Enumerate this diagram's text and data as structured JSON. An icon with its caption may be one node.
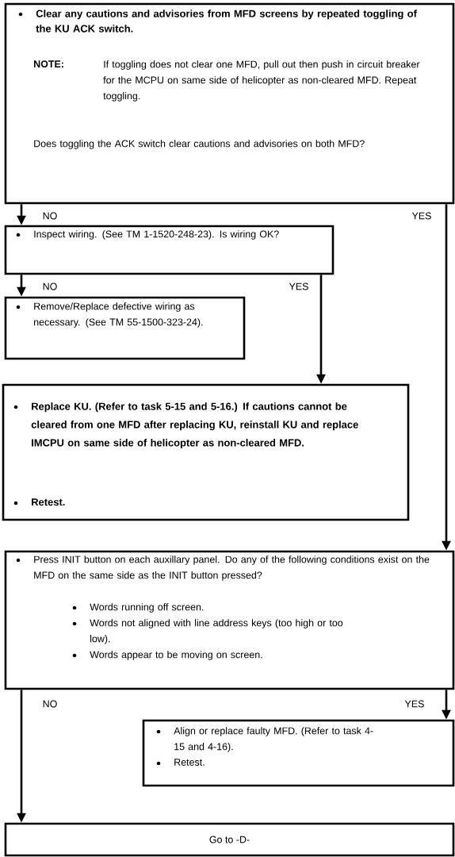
{
  "diagram": {
    "nodes": [
      {
        "text": [
          "Clear any cautions and advisories from MFD screens by repeated toggling of the KU ACK switch.",
          "NOTE:",
          "If toggling does not clear one MFD, pull out then push in circuit breaker for the MCPU on same side of helicopter as non-cleared MFD. Repeat toggling.",
          "Does toggling the ACK switch clear cautions and advisories on both MFD?"
        ]
      },
      {
        "text": [
          "Inspect wiring. (See TM 1-1520-248-23). Is wiring OK?"
        ]
      },
      {
        "text": [
          "Remove/Replace defective wiring as necessary. (See TM 55-1500-323-24)."
        ]
      },
      {
        "text": [
          "Replace KU. (Refer to task 5-15 and 5-16.) If cautions cannot be cleared from one MFD after replacing KU, reinstall KU and replace IMCPU on same side of helicopter as non-cleared MFD.",
          "Retest."
        ]
      },
      {
        "text": [
          "Press INIT button on each auxillary panel. Do any of the following conditions exist on the MFD on the same side as the INIT button pressed?",
          "Words running off screen.",
          "Words not aligned with line address keys (too high or too low).",
          "Words appear to be moving on screen."
        ]
      },
      {
        "text": [
          "Align or replace faulty MFD. (Refer to task 4-15 and 4-16).",
          "Retest."
        ]
      },
      {
        "text": [
          "Go to -D-"
        ]
      }
    ],
    "edges": [
      {
        "from": 0,
        "to": 1,
        "arrow": "to",
        "label": "NO"
      },
      {
        "from": 0,
        "to": 4,
        "arrow": "to",
        "label": "YES"
      },
      {
        "from": 1,
        "to": 2,
        "arrow": "to",
        "label": "NO"
      },
      {
        "from": 1,
        "to": 3,
        "arrow": "to",
        "label": "YES"
      },
      {
        "from": 4,
        "to": 6,
        "arrow": "to",
        "label": "NO"
      },
      {
        "from": 4,
        "to": 5,
        "arrow": "to",
        "label": "YES"
      }
    ]
  }
}
